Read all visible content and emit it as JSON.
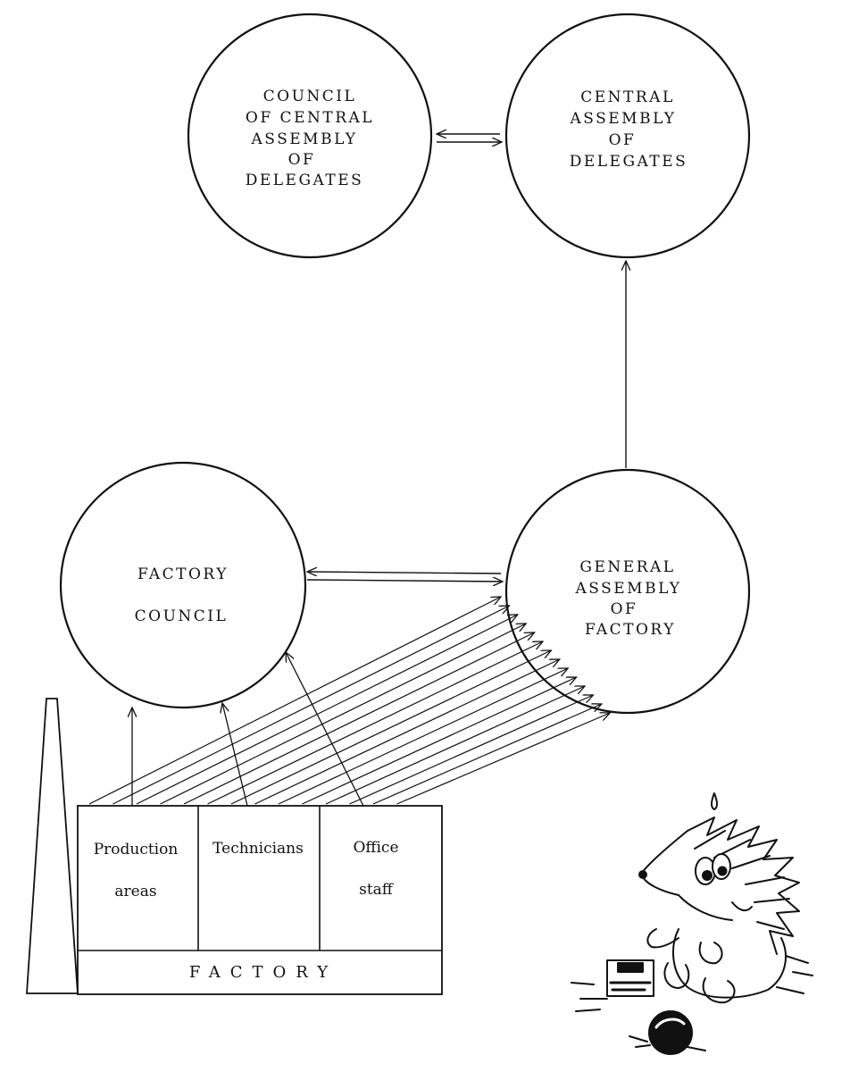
{
  "nodes": {
    "council_central_assembly": {
      "lines": [
        "COUNCIL",
        "OF CENTRAL",
        "ASSEMBLY",
        "OF",
        "DELEGATES"
      ]
    },
    "central_assembly": {
      "lines": [
        "CENTRAL",
        "ASSEMBLY",
        "OF",
        "DELEGATES"
      ]
    },
    "factory_council": {
      "lines": [
        "FACTORY",
        "COUNCIL"
      ]
    },
    "general_assembly": {
      "lines": [
        "GENERAL",
        "ASSEMBLY",
        "OF",
        "FACTORY"
      ]
    }
  },
  "factory": {
    "label": "FACTORY",
    "departments": [
      {
        "lines": [
          "Production",
          "areas"
        ]
      },
      {
        "lines": [
          "Technicians"
        ]
      },
      {
        "lines": [
          "Office",
          "staff"
        ]
      }
    ]
  },
  "illustration": {
    "icon": "hedgehog-cartoon-icon"
  }
}
